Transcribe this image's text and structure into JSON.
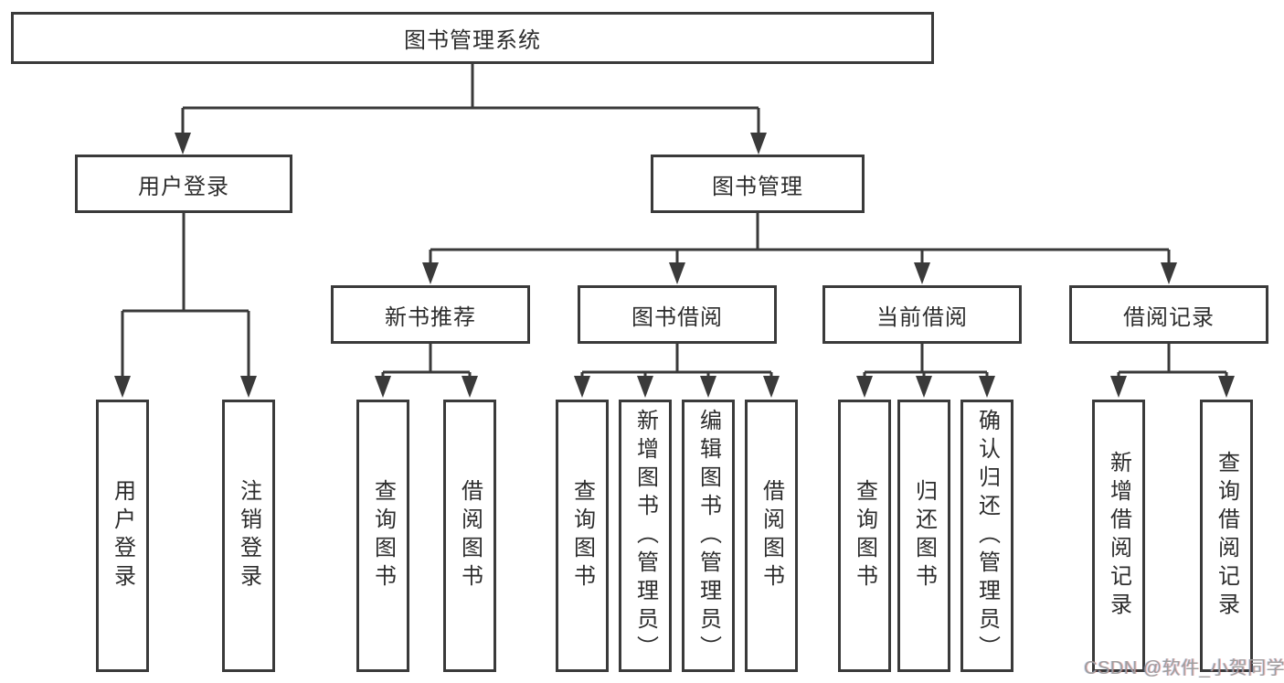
{
  "tree": {
    "root": {
      "label": "图书管理系统",
      "children": [
        {
          "label": "用户登录",
          "children": [
            {
              "label": "用户登录"
            },
            {
              "label": "注销登录"
            }
          ]
        },
        {
          "label": "图书管理",
          "children": [
            {
              "label": "新书推荐",
              "children": [
                {
                  "label": "查询图书"
                },
                {
                  "label": "借阅图书"
                }
              ]
            },
            {
              "label": "图书借阅",
              "children": [
                {
                  "label": "查询图书"
                },
                {
                  "label": "新增图书（管理员）"
                },
                {
                  "label": "编辑图书（管理员）"
                },
                {
                  "label": "借阅图书"
                }
              ]
            },
            {
              "label": "当前借阅",
              "children": [
                {
                  "label": "查询图书"
                },
                {
                  "label": "归还图书"
                },
                {
                  "label": "确认归还（管理员）"
                }
              ]
            },
            {
              "label": "借阅记录",
              "children": [
                {
                  "label": "新增借阅记录"
                },
                {
                  "label": "查询借阅记录"
                }
              ]
            }
          ]
        }
      ]
    }
  },
  "watermark": {
    "text": "CSDN @软件_小贺同学"
  },
  "colors": {
    "line": "#3a3a3a",
    "text": "#2d2d2d",
    "background": "#ffffff",
    "watermark": "#9e9e9e"
  }
}
